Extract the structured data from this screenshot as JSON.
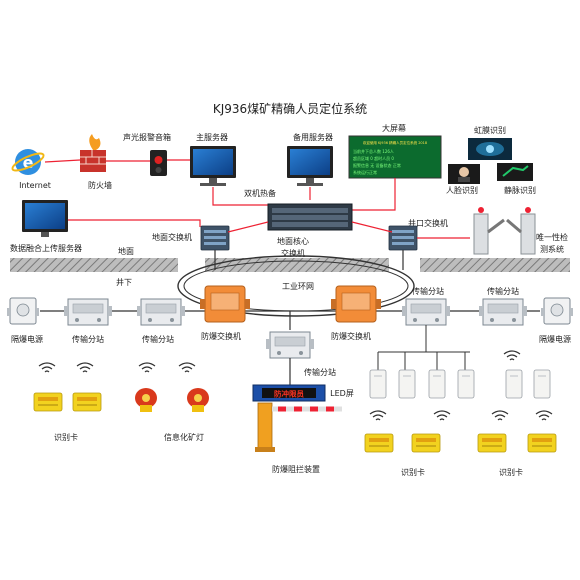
{
  "title": "KJ936煤矿精确人员定位系统",
  "labels": {
    "internet": "Internet",
    "firewall": "防火墙",
    "alarm_box": "声光报警音箱",
    "main_server": "主服务器",
    "backup_server": "备用服务器",
    "dual_hot_standby": "双机热备",
    "big_screen": "大屏幕",
    "iris": "虹膜识别",
    "face": "人脸识别",
    "vein": "静脉识别",
    "data_upload_server": "数据融合上传服务器",
    "surface_switch": "地面交换机",
    "surface": "地面",
    "core_switch_1": "地面核心",
    "core_switch_2": "交换机",
    "shaft_switch": "井口交换机",
    "unique_check_1": "唯一性检",
    "unique_check_2": "测系统",
    "underground": "井下",
    "industrial_ring": "工业环网",
    "iso_power": "隔爆电源",
    "transfer_substation": "传输分站",
    "ex_switch": "防爆交换机",
    "id_card": "识别卡",
    "info_lamp": "信息化矿灯",
    "led_screen": "LED屏",
    "led_text": "防冲限员",
    "barrier": "防爆阻拦装置"
  },
  "screen_text": {
    "header": "欢迎使用  KJ936  精确人员定位系统  2018",
    "rows": [
      "当前井下总人数  126人",
      "超员区域  0    超时人员  0",
      "报警信息  无    设备状态  正常",
      "系统运行正常"
    ]
  },
  "colors": {
    "ex_switch": "#f28c38",
    "card": "#f2d21f",
    "led_bg": "#1c4fa8",
    "led_text": "#ff3322",
    "barrier": "#f0a020",
    "screen_bg": "#0c6b2e",
    "ground_stripe": "#9a9a9a"
  }
}
